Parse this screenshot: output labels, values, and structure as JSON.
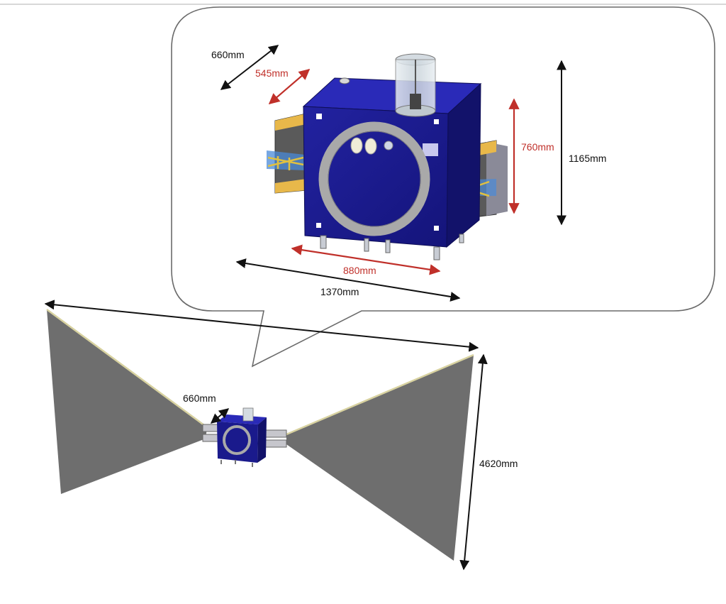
{
  "colors": {
    "body_blue": "#1a1a8c",
    "body_blue_top": "#2a2ab8",
    "body_blue_side": "#12126a",
    "ring_gray": "#a9a9a9",
    "sail_gray": "#6e6e6e",
    "sail_edge": "#d8d2a0",
    "dim_red": "#c0302a",
    "dim_black": "#111111",
    "panel_yellow": "#e8b84a",
    "truss_yellow": "#e0c040"
  },
  "top_detail": {
    "depth_outer_label": "660mm",
    "depth_inner_label": "545mm",
    "height_inner_label": "760mm",
    "height_outer_label": "1165mm",
    "width_inner_label": "880mm",
    "width_outer_label": "1370mm"
  },
  "bottom_overview": {
    "depth_label": "660mm",
    "sail_height_label": "4620mm"
  }
}
